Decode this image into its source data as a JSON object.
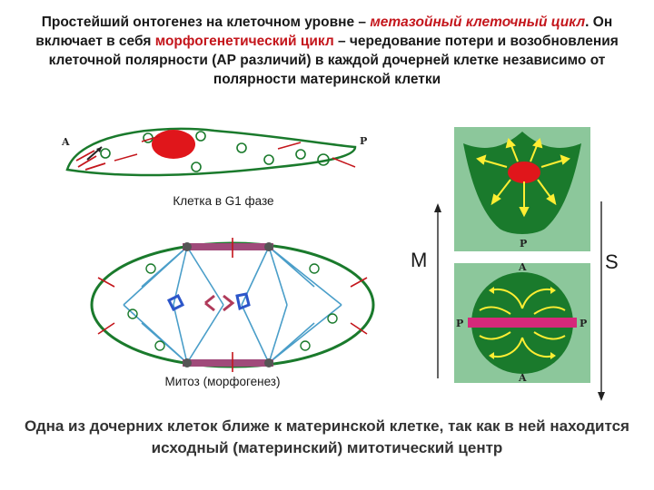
{
  "header": {
    "part1": "Простейший онтогенез на клеточном уровне – ",
    "part2": "метазойный клеточный цикл",
    "part3": ". Он включает в себя ",
    "part4": "морфогенетический цикл",
    "part5": " – чередование потери и возобновления клеточной полярности (АР различий) в каждой дочерней клетке независимо от полярности материнской клетки"
  },
  "labels": {
    "g1_cell": "Клетка в G1 фазе",
    "mitosis": "Митоз (морфогенез)",
    "phase_m": "М",
    "phase_s": "S"
  },
  "poles": {
    "protist_a": "A",
    "protist_p": "P",
    "top_p": "P",
    "bottom_a": "A",
    "bottom_a2": "A",
    "bottom_p_left": "P",
    "bottom_p_right": "P"
  },
  "footer": "Одна из дочерних клеток ближе к материнской клетке, так как в ней находится исходный (материнский) митотический центр",
  "colors": {
    "accent_red": "#c4161c",
    "cell_green": "#1a7a2c",
    "panel_green": "#8cc79b",
    "arrow_yellow": "#ffee33",
    "nucleus_red": "#e0161b",
    "spindle_blue": "#4a9ec9"
  }
}
